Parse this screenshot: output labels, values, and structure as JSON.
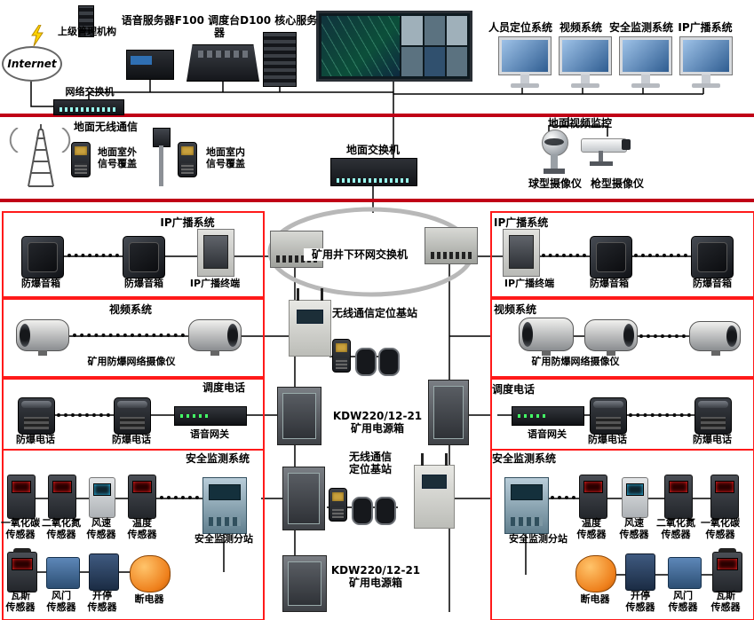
{
  "colors": {
    "divider_red": "#c00016",
    "box_border_red": "#ff1a1a",
    "wire_black": "#000000"
  },
  "top": {
    "internet": "Internet",
    "management": "上级管理机构",
    "servers": "语音服务器F100 调度台D100 核心服务器",
    "network_switch": "网络交换机",
    "monitors": [
      "人员定位系统",
      "视频系统",
      "安全监测系统",
      "IP广播系统"
    ]
  },
  "ground": {
    "wireless": "地面无线通信",
    "outdoor": "地面室外\n信号覆盖",
    "indoor": "地面室内\n信号覆盖",
    "switch": "地面交换机",
    "video": "地面视频监控",
    "dome": "球型摄像仪",
    "gun": "枪型摄像仪"
  },
  "center": {
    "ring": "矿用井下环网交换机",
    "base1": "无线通信定位基站",
    "power1": "KDW220/12-21\n矿用电源箱",
    "base2": "无线通信\n定位基站",
    "power2": "KDW220/12-21\n矿用电源箱"
  },
  "left": {
    "bc_title": "IP广播系统",
    "spk1": "防爆音箱",
    "spk2": "防爆音箱",
    "term": "IP广播终端",
    "vid_title": "视频系统",
    "cam": "矿用防爆网络摄像仪",
    "tel_title": "调度电话",
    "tel1": "防爆电话",
    "tel2": "防爆电话",
    "gw": "语音网关",
    "saf_title": "安全监测系统",
    "co": "一氧化碳\n传感器",
    "no2": "二氧化氮\n传感器",
    "wind": "风速\n传感器",
    "temp": "温度\n传感器",
    "sub": "安全监测分站",
    "gas": "瓦斯\n传感器",
    "door": "风门\n传感器",
    "onoff": "开停\n传感器",
    "breaker": "断电器"
  },
  "right": {
    "bc_title": "IP广播系统",
    "term": "IP广播终端",
    "spk1": "防爆音箱",
    "spk2": "防爆音箱",
    "vid_title": "视频系统",
    "cam": "矿用防爆网络摄像仪",
    "tel_title": "调度电话",
    "gw": "语音网关",
    "tel1": "防爆电话",
    "tel2": "防爆电话",
    "saf_title": "安全监测系统",
    "sub": "安全监测分站",
    "temp": "温度\n传感器",
    "wind": "风速\n传感器",
    "no2": "二氧化氮\n传感器",
    "co": "一氧化碳\n传感器",
    "breaker": "断电器",
    "onoff": "开停\n传感器",
    "door": "风门\n传感器",
    "gas": "瓦斯\n传感器"
  }
}
